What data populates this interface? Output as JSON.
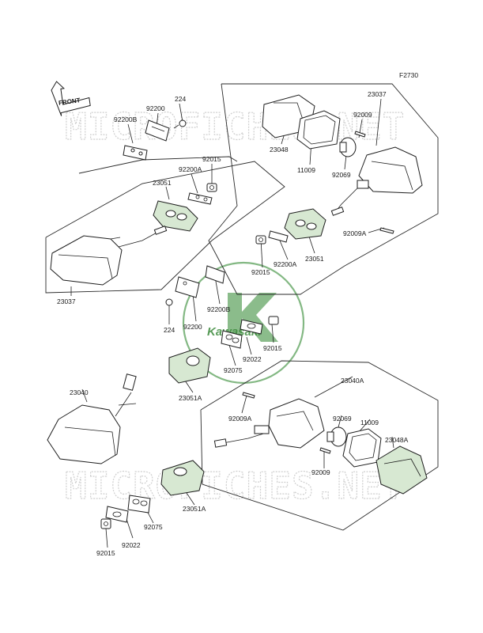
{
  "figure_code": "F2730",
  "front_label": "FRONT",
  "watermark": "MICROFICHES.NET",
  "logo_text": "Kawasaki",
  "part_labels": [
    {
      "id": "224-a",
      "text": "224"
    },
    {
      "id": "92200-a",
      "text": "92200"
    },
    {
      "id": "92200B-a",
      "text": "92200B"
    },
    {
      "id": "92015-a",
      "text": "92015"
    },
    {
      "id": "92200A-a",
      "text": "92200A"
    },
    {
      "id": "23051-a",
      "text": "23051"
    },
    {
      "id": "23037-left",
      "text": "23037"
    },
    {
      "id": "23037-right",
      "text": "23037"
    },
    {
      "id": "92009-a",
      "text": "92009"
    },
    {
      "id": "23048",
      "text": "23048"
    },
    {
      "id": "11009-a",
      "text": "11009"
    },
    {
      "id": "92069-a",
      "text": "92069"
    },
    {
      "id": "92009A-a",
      "text": "92009A"
    },
    {
      "id": "23051-b",
      "text": "23051"
    },
    {
      "id": "92200A-b",
      "text": "92200A"
    },
    {
      "id": "92015-b",
      "text": "92015"
    },
    {
      "id": "92200B-b",
      "text": "92200B"
    },
    {
      "id": "224-b",
      "text": "224"
    },
    {
      "id": "92200-b",
      "text": "92200"
    },
    {
      "id": "92015-c",
      "text": "92015"
    },
    {
      "id": "92022-a",
      "text": "92022"
    },
    {
      "id": "92075-a",
      "text": "92075"
    },
    {
      "id": "23051A-a",
      "text": "23051A"
    },
    {
      "id": "23040",
      "text": "23040"
    },
    {
      "id": "23040A",
      "text": "23040A"
    },
    {
      "id": "92009A-b",
      "text": "92009A"
    },
    {
      "id": "92069-b",
      "text": "92069"
    },
    {
      "id": "11009-b",
      "text": "11009"
    },
    {
      "id": "23048A",
      "text": "23048A"
    },
    {
      "id": "92009-b",
      "text": "92009"
    },
    {
      "id": "23051A-b",
      "text": "23051A"
    },
    {
      "id": "92075-b",
      "text": "92075"
    },
    {
      "id": "92022-b",
      "text": "92022"
    },
    {
      "id": "92015-d",
      "text": "92015"
    }
  ]
}
